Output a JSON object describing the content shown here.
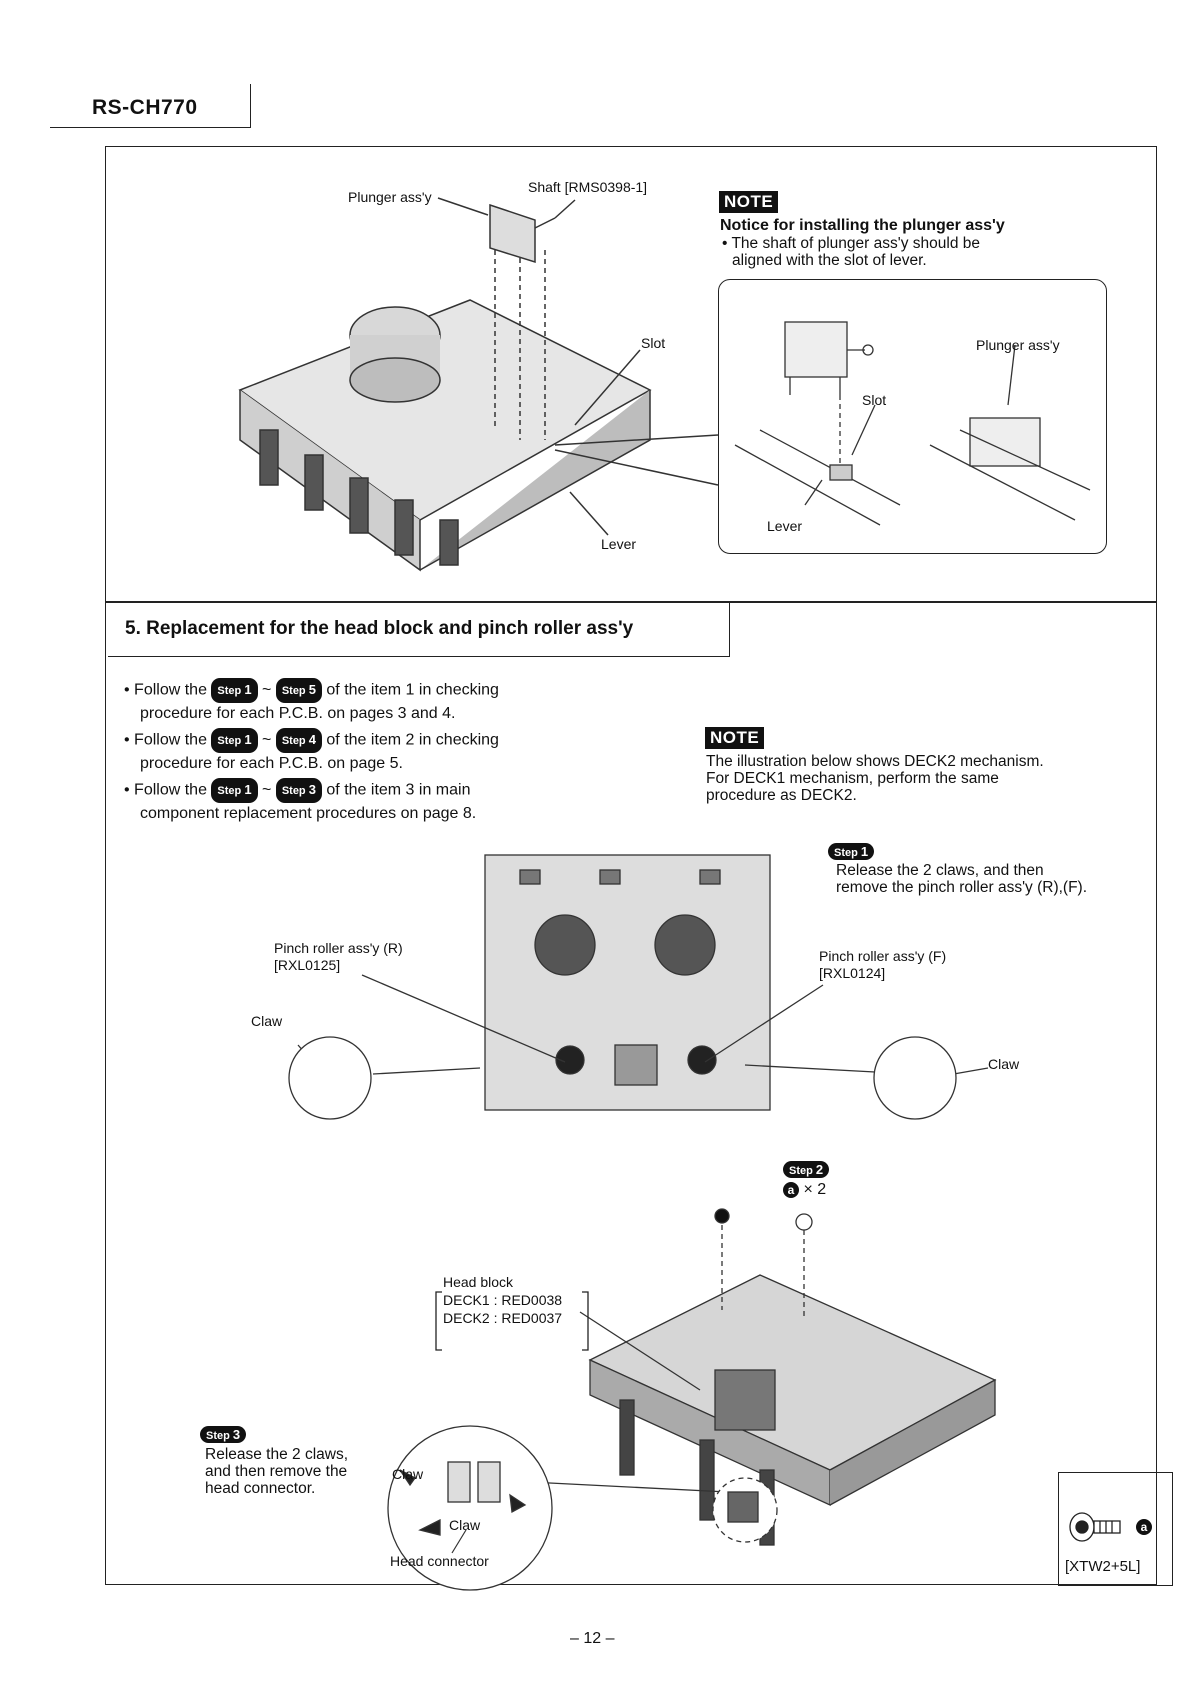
{
  "header": {
    "model": "RS-CH770"
  },
  "top_figure": {
    "plunger_label": "Plunger ass'y",
    "shaft_label": "Shaft [RMS0398-1]",
    "slot_label": "Slot",
    "lever_label": "Lever"
  },
  "note1": {
    "badge": "NOTE",
    "heading": "Notice for installing the plunger ass'y",
    "line1": "• The shaft of plunger ass'y should be",
    "line2": "aligned with the slot of lever.",
    "inset": {
      "plunger_label": "Plunger ass'y",
      "slot_label": "Slot",
      "lever_label": "Lever"
    }
  },
  "section5": {
    "title": "5. Replacement for the head block and pinch roller ass'y",
    "bullets": [
      {
        "pre": "• Follow the",
        "s1": "1",
        "s2": "5",
        "post": "of the item 1 in checking",
        "line2": "procedure for each P.C.B. on pages 3 and 4."
      },
      {
        "pre": "• Follow the",
        "s1": "1",
        "s2": "4",
        "post": "of the item 2 in checking",
        "line2": "procedure for each P.C.B. on page 5."
      },
      {
        "pre": "• Follow the",
        "s1": "1",
        "s2": "3",
        "post": "of the item 3 in main",
        "line2": "component replacement procedures on page 8."
      }
    ],
    "step_word": "Step",
    "tilde": "~"
  },
  "note2": {
    "badge": "NOTE",
    "line1": "The illustration below shows DECK2 mechanism.",
    "line2": "For DECK1 mechanism, perform the same",
    "line3": "procedure as DECK2."
  },
  "step1": {
    "num": "1",
    "line1": "Release the 2 claws, and then",
    "line2": "remove the pinch roller ass'y (R),(F).",
    "pinch_r_label": "Pinch roller ass'y (R)",
    "pinch_r_part": "[RXL0125]",
    "pinch_f_label": "Pinch roller ass'y (F)",
    "pinch_f_part": "[RXL0124]",
    "claw_left": "Claw",
    "claw_right": "Claw"
  },
  "step2": {
    "num": "2",
    "screw_mark": "a",
    "screw_count": "× 2",
    "head_block_title": "Head block",
    "deck1": "DECK1 : RED0038",
    "deck2": "DECK2 : RED0037"
  },
  "step3": {
    "num": "3",
    "line1": "Release the 2 claws,",
    "line2": "and then remove the",
    "line3": "head connector.",
    "claw_a": "Claw",
    "claw_b": "Claw",
    "connector_label": "Head connector"
  },
  "part_box": {
    "mark": "a",
    "part": "[XTW2+5L]"
  },
  "footer": {
    "page": "– 12 –"
  }
}
